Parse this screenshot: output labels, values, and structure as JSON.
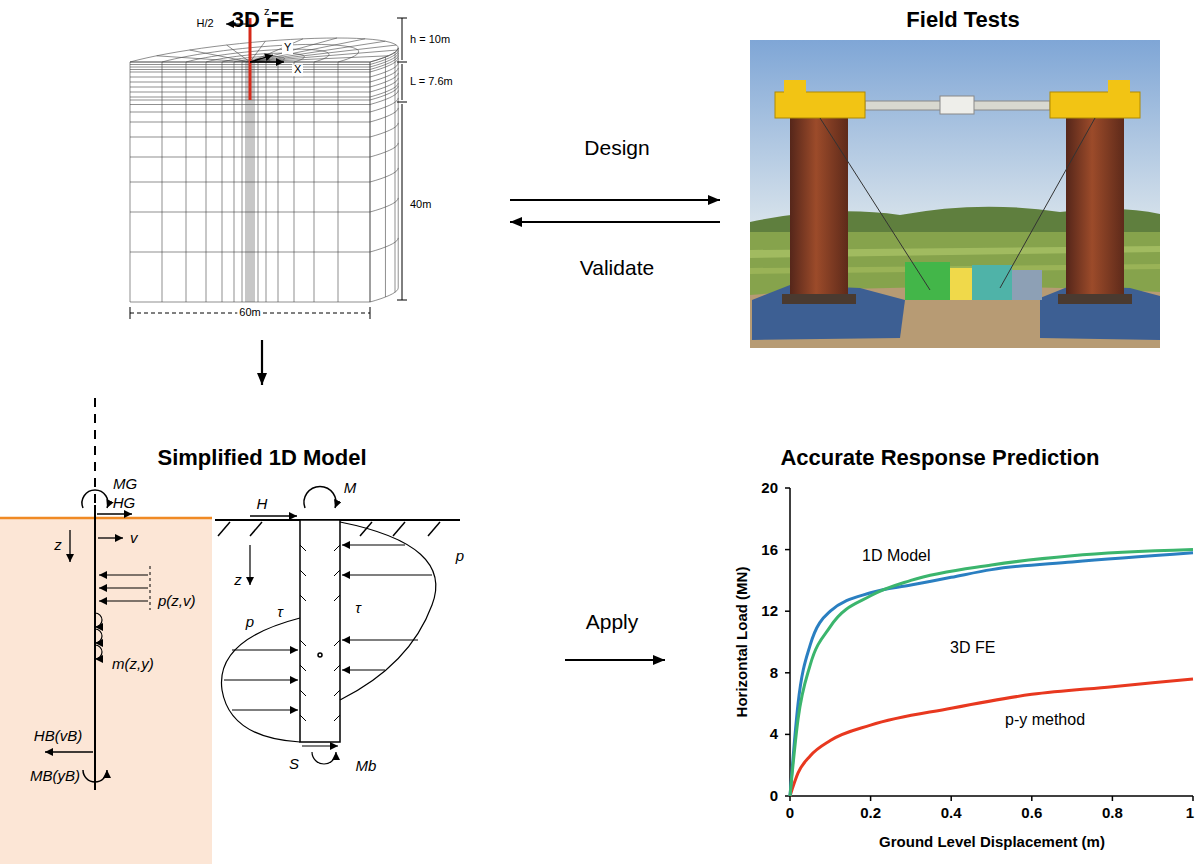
{
  "diagram": {
    "nodes": [
      {
        "text": [
          "3D FE"
        ]
      },
      {
        "text": [
          "Field Tests"
        ]
      },
      {
        "text": [
          "Simplified 1D Model"
        ]
      },
      {
        "text": [
          "Accurate Response Prediction"
        ]
      }
    ],
    "edges": [
      {
        "from": 0,
        "to": 1,
        "arrow": "to",
        "label": "Design"
      },
      {
        "from": 1,
        "to": 0,
        "arrow": "to",
        "label": "Validate"
      },
      {
        "from": 0,
        "to": 2,
        "arrow": "to"
      },
      {
        "from": 2,
        "to": 3,
        "arrow": "to",
        "label": "Apply"
      }
    ],
    "labels": [
      "H/2",
      "z",
      "Y",
      "X",
      "h = 10m",
      "L = 7.6m",
      "40m",
      "60m",
      "MG",
      "HG",
      "z",
      "v",
      "p(z,v)",
      "m(z,y)",
      "HB(vB)",
      "MB(yB)",
      "M",
      "H",
      "z",
      "τ",
      "τ",
      "p",
      "p",
      "S",
      "Mb",
      "20",
      "16",
      "12",
      "8",
      "4",
      "0",
      "0",
      "0.2",
      "0.4",
      "0.6",
      "0.8",
      "1",
      "Horizontal Load (MN)",
      "Ground Level Displacement (m)",
      "1D Model",
      "3D FE",
      "p-y method"
    ]
  }
}
